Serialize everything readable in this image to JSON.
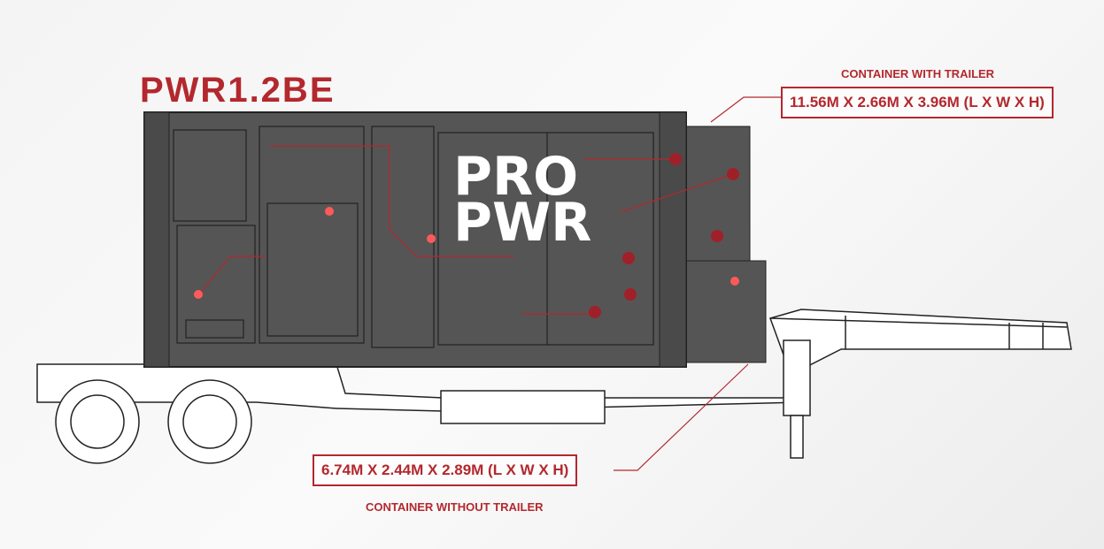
{
  "model": "PWR1.2BE",
  "logo": {
    "line1": "PRO",
    "line2": "PWR"
  },
  "with_trailer": {
    "caption": "CONTAINER WITH TRAILER",
    "dimensions": "11.56M X 2.66M X 3.96M (L X W X H)"
  },
  "without_trailer": {
    "caption": "CONTAINER WITHOUT TRAILER",
    "dimensions": "6.74M X 2.44M X 2.89M (L X W X H)"
  },
  "colors": {
    "accent": "#b3282e",
    "container": "#555555"
  }
}
